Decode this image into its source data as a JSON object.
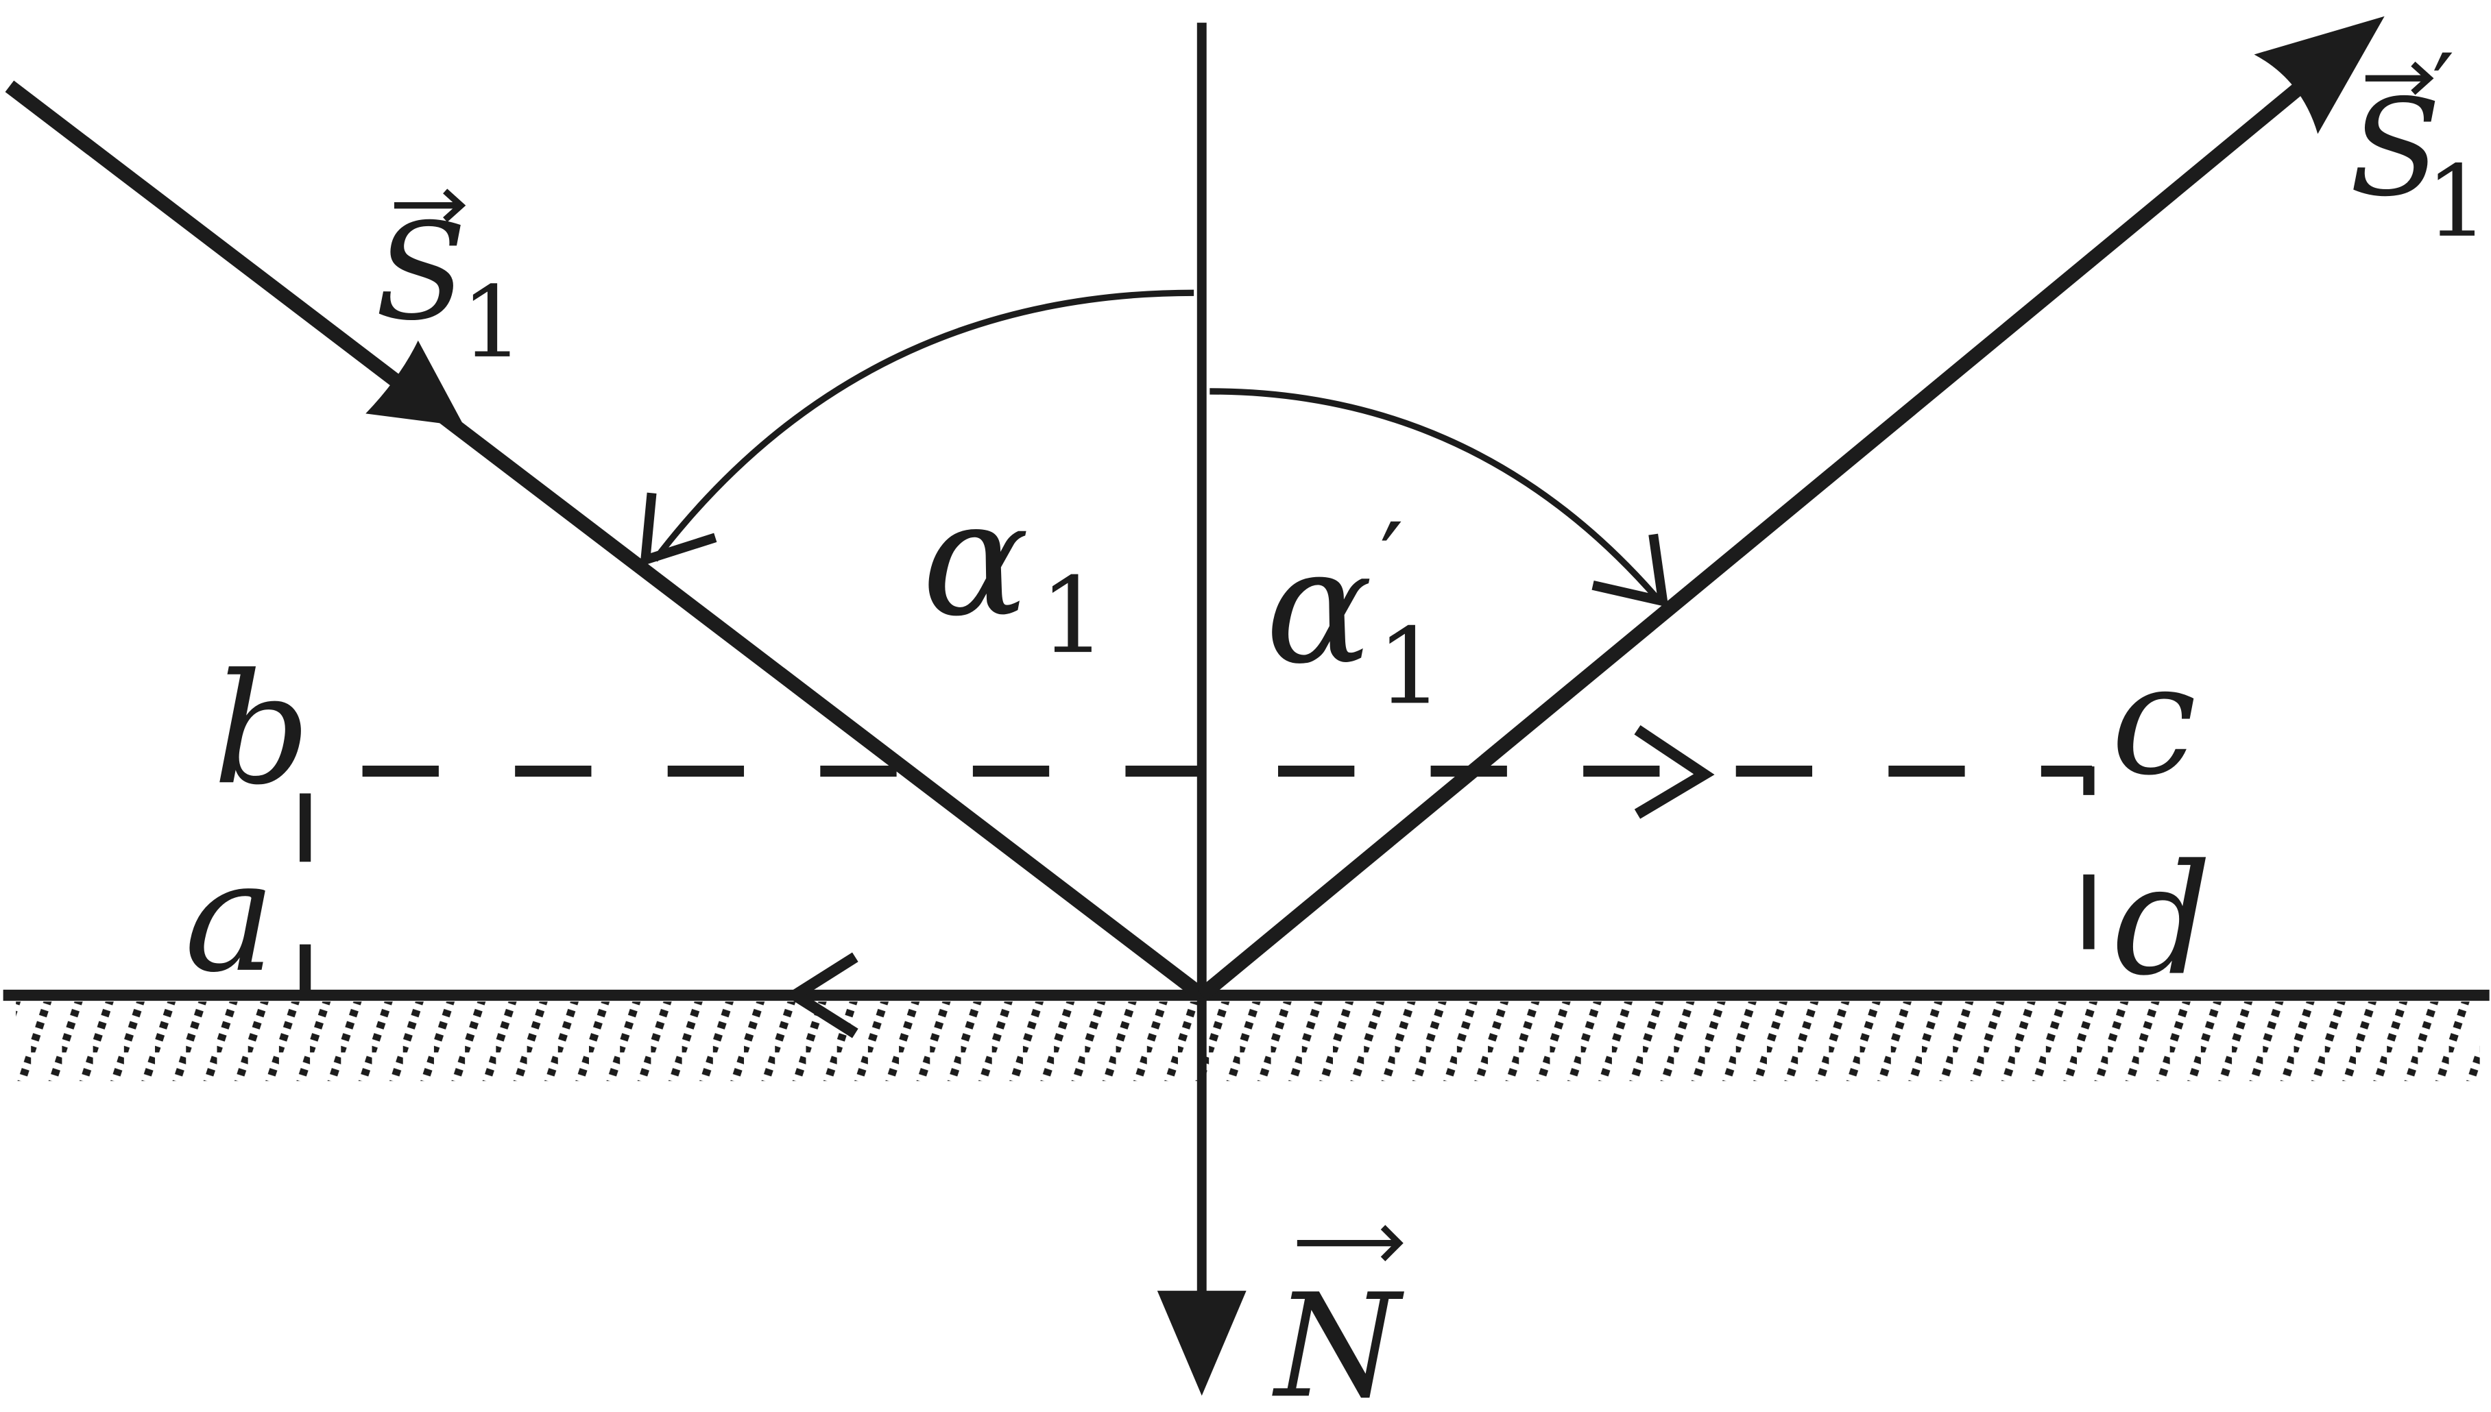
{
  "diagram": {
    "colors": {
      "ink": "#1c1c1c",
      "background": "#ffffff"
    },
    "labels": {
      "incident_vector": "S",
      "incident_sub": "1",
      "reflected_vector": "S",
      "reflected_prime": "′",
      "reflected_sub": "1",
      "normal_vector": "N",
      "angle_incident": "α",
      "angle_incident_sub": "1",
      "angle_reflected": "α",
      "angle_reflected_prime": "′",
      "angle_reflected_sub": "1",
      "point_a": "a",
      "point_b": "b",
      "point_c": "c",
      "point_d": "d"
    }
  }
}
